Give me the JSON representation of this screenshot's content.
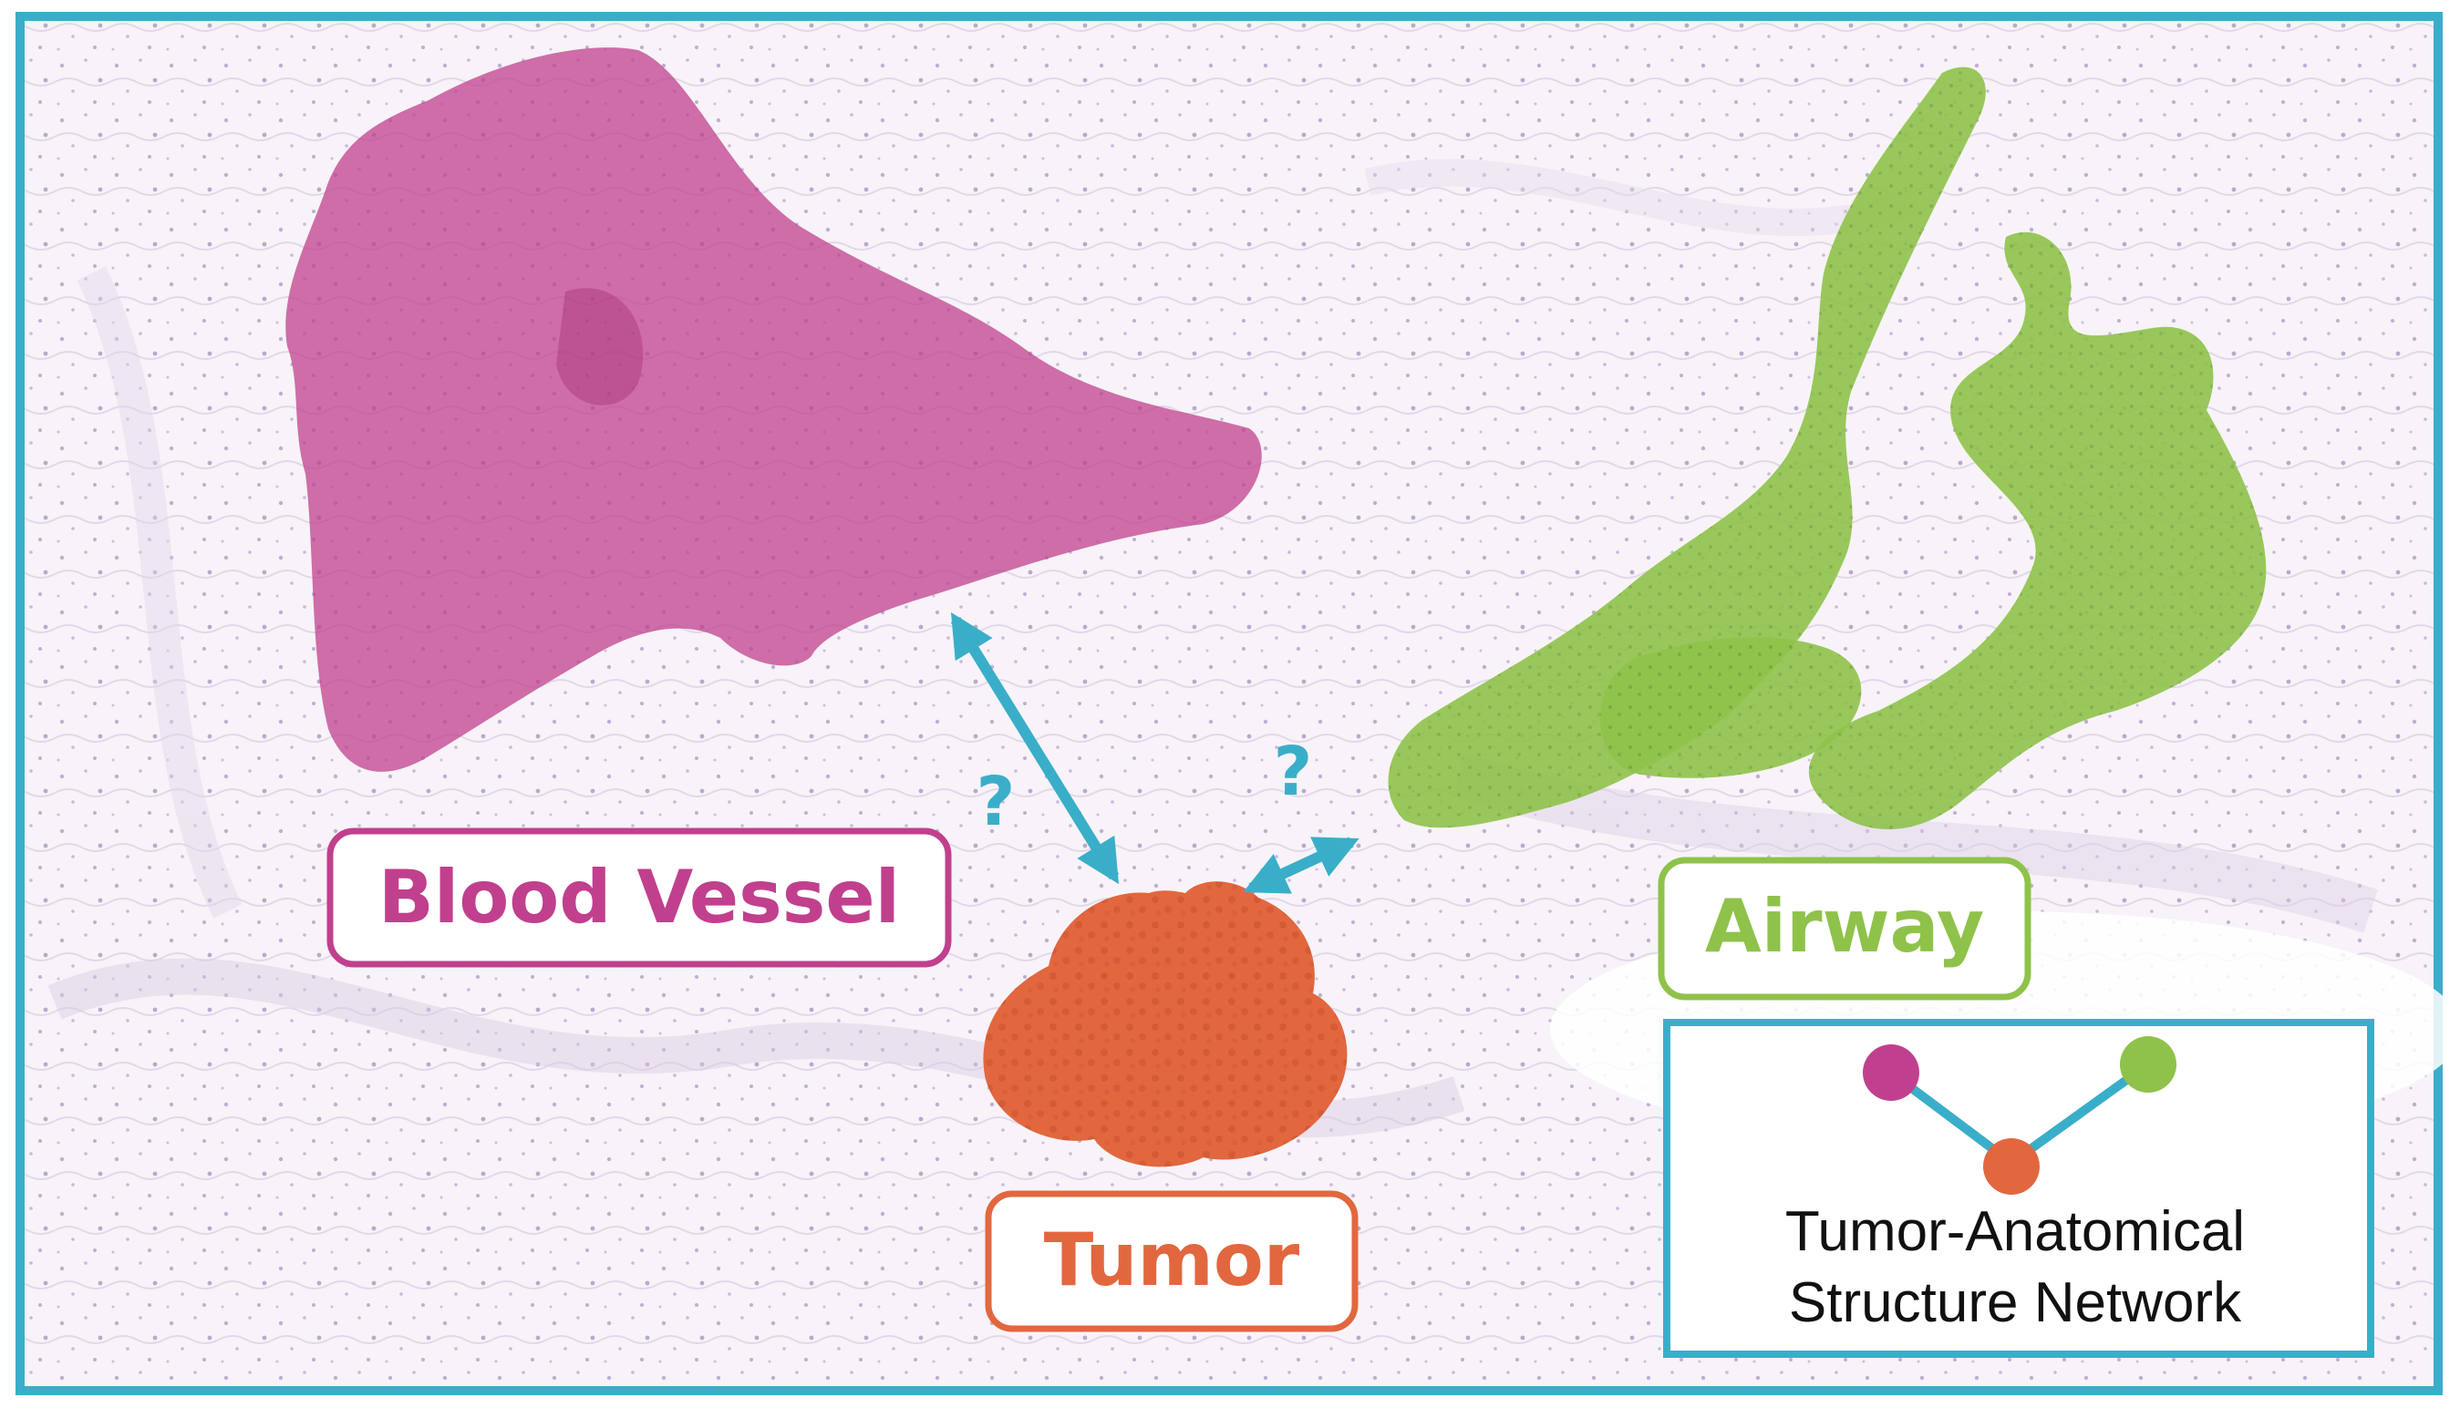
{
  "labels": {
    "blood_vessel": "Blood Vessel",
    "airway": "Airway",
    "tumor": "Tumor"
  },
  "question_marks": [
    "?",
    "?"
  ],
  "legend": {
    "line1": "Tumor-Anatomical",
    "line2": "Structure Network"
  },
  "colors": {
    "frame": "#3aaec9",
    "blood_vessel": "#c0408e",
    "airway": "#8fc24a",
    "tumor": "#e2673f",
    "arrow": "#3aaec9",
    "tissue_bg": "#f6f2f8",
    "nuclei": "#8a6aa8"
  }
}
